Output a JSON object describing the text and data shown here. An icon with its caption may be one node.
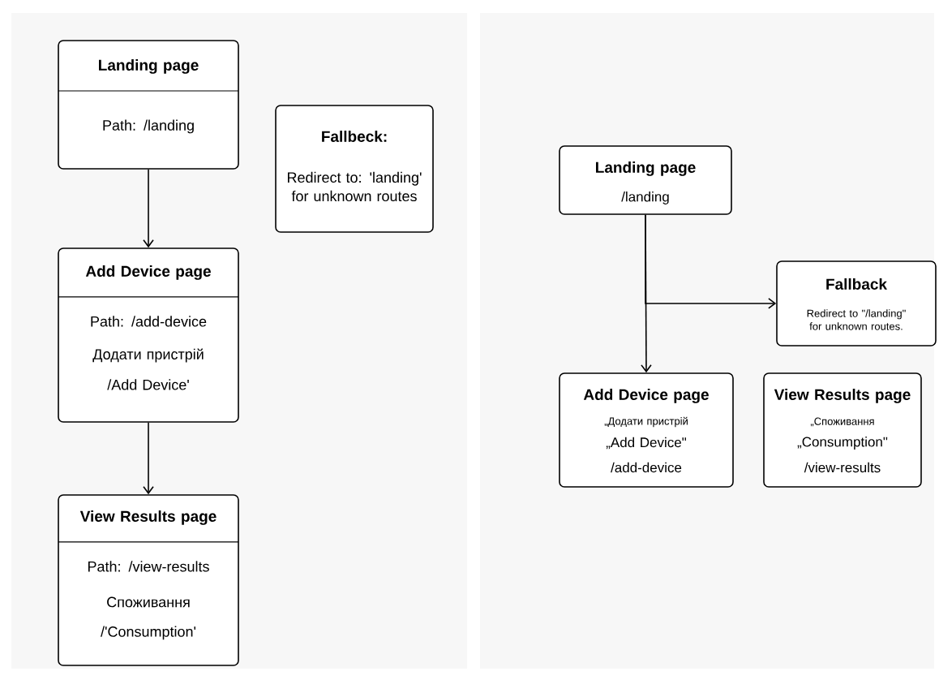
{
  "diagram": {
    "nodes": [
      {
        "text": [
          "Landing page",
          "Path: /landing"
        ]
      },
      {
        "text": [
          "Fallbeck:",
          "Redirect to: 'landing' for unknown routes"
        ]
      },
      {
        "text": [
          "Add Device page",
          "Path: /add-device",
          "Додати пристрій",
          "/Add Device'"
        ]
      },
      {
        "text": [
          "View Results page",
          "Path: /view-results",
          "Споживання",
          "/'Consumption'"
        ]
      },
      {
        "text": [
          "Landing page",
          "/landing"
        ]
      },
      {
        "text": [
          "Fallback",
          "Redirect to \"/landing\" for unknown routes."
        ]
      },
      {
        "text": [
          "Add Device page",
          "„Додати пристрій",
          "„Add Device\"",
          "/add-device"
        ]
      },
      {
        "text": [
          "View Results page",
          "„Споживання",
          "„Consumption\"",
          "/view-results"
        ]
      }
    ],
    "edges": [
      {
        "from": 0,
        "to": 2,
        "arrow": "to"
      },
      {
        "from": 2,
        "to": 3,
        "arrow": "to"
      },
      {
        "from": 4,
        "to": 6,
        "arrow": "to"
      },
      {
        "from": 4,
        "to": 5,
        "arrow": "to"
      }
    ]
  }
}
